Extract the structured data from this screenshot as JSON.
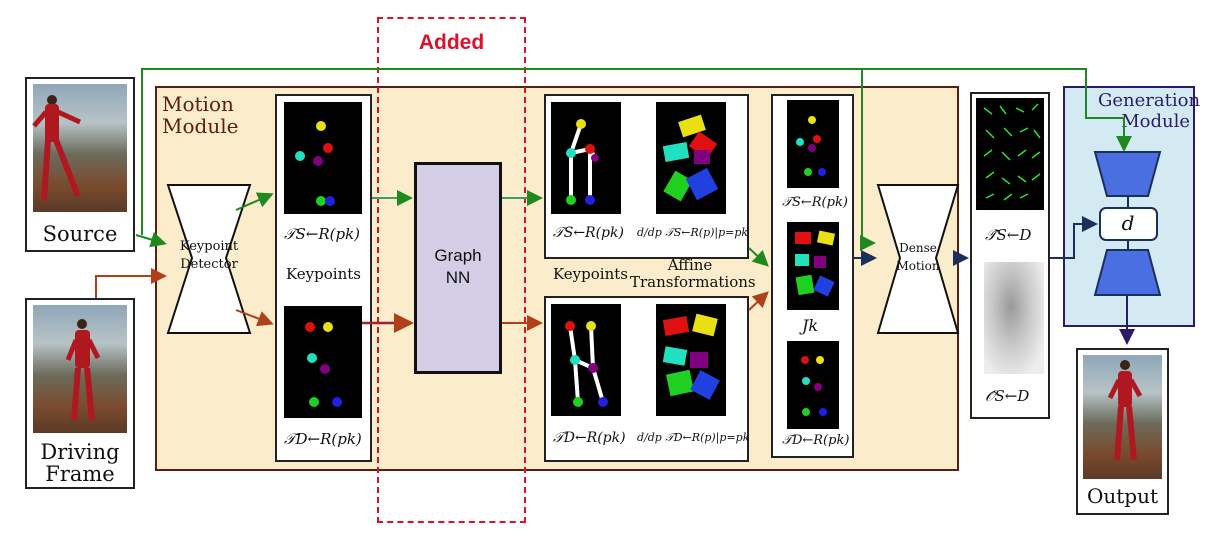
{
  "added_label": "Added",
  "motion_module": {
    "line1": "Motion",
    "line2": "Module"
  },
  "generation_module": {
    "line1": "Generation",
    "line2": "Module"
  },
  "source_label": "Source",
  "driving_label": {
    "line1": "Driving",
    "line2": "Frame"
  },
  "output_label": "Output",
  "keypoint_detector": {
    "line1": "Keypoint",
    "line2": "Detector"
  },
  "keypoints_label_left": "Keypoints",
  "keypoints_label_right": "Keypoints",
  "affine_label": {
    "line1": "Affine",
    "line2": "Transformations"
  },
  "graph_nn": {
    "line1": "Graph",
    "line2": "NN"
  },
  "dense_motion": {
    "line1": "Dense",
    "line2": "Motion"
  },
  "math": {
    "t_s_r": "𝒯S←R(pk)",
    "t_d_r": "𝒯D←R(pk)",
    "jk": "Jk",
    "t_hat_s_d": "𝒯̂S←D",
    "o_hat_s_d": "𝒪̂S←D",
    "d": "d",
    "deriv_s": "d/dp 𝒯S←R(p)|p=pk",
    "deriv_d": "d/dp 𝒯D←R(p)|p=pk"
  },
  "colors": {
    "green_arrow": "#1e8a1e",
    "red_arrow": "#b0401a",
    "navy_arrow": "#1a2f5a",
    "added_red": "#e0102a",
    "motion_bg": "#fbeccb",
    "motion_border": "#5a1f10",
    "gen_bg": "#d4eaf2",
    "gen_border": "#2a1a6a",
    "gnn_fill": "#d3cde6"
  }
}
